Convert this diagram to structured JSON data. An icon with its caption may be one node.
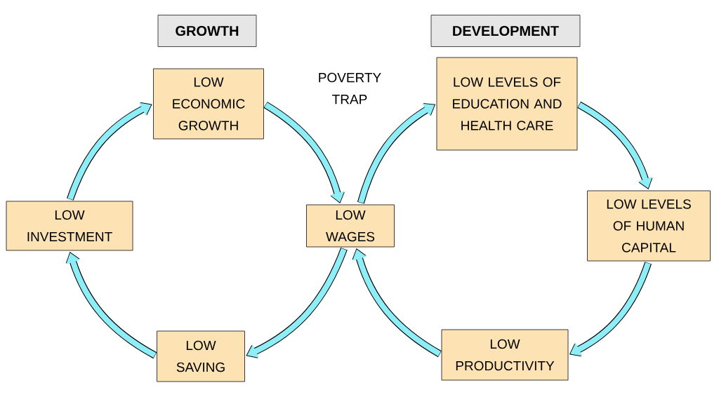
{
  "diagram": {
    "nodes": [
      {
        "text": [
          "GROWTH"
        ]
      },
      {
        "text": [
          "DEVELOPMENT"
        ]
      },
      {
        "text": [
          "LOW ECONOMIC GROWTH"
        ]
      },
      {
        "text": [
          "LOW LEVELS OF EDUCATION AND HEALTH CARE"
        ]
      },
      {
        "text": [
          "LOW INVESTMENT"
        ]
      },
      {
        "text": [
          "LOW WAGES"
        ]
      },
      {
        "text": [
          "LOW LEVELS OF HUMAN CAPITAL"
        ]
      },
      {
        "text": [
          "LOW SAVING"
        ]
      },
      {
        "text": [
          "LOW PRODUCTIVITY"
        ]
      }
    ],
    "edges": [
      {
        "from": 2,
        "to": 5,
        "arrow": "to"
      },
      {
        "from": 5,
        "to": 7,
        "arrow": "to"
      },
      {
        "from": 7,
        "to": 4,
        "arrow": "to"
      },
      {
        "from": 4,
        "to": 2,
        "arrow": "to"
      },
      {
        "from": 5,
        "to": 3,
        "arrow": "to"
      },
      {
        "from": 3,
        "to": 6,
        "arrow": "to"
      },
      {
        "from": 6,
        "to": 8,
        "arrow": "to"
      },
      {
        "from": 8,
        "to": 5,
        "arrow": "to"
      }
    ],
    "labels": [
      "POVERTY TRAP"
    ]
  }
}
